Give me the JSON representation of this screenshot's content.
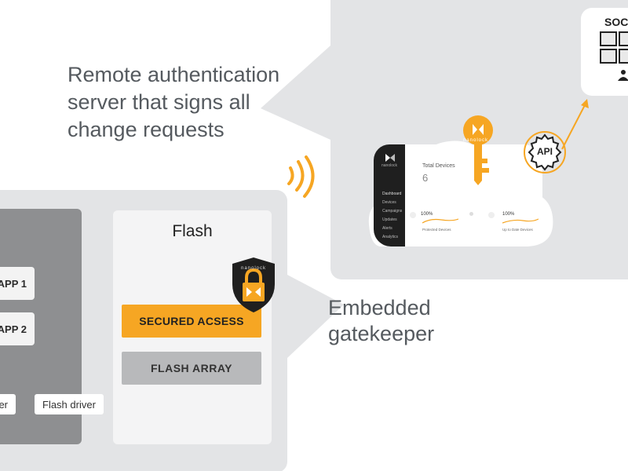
{
  "captions": {
    "remote_line1": "Remote authentication",
    "remote_line2": "server that signs all",
    "remote_line3": "change requests",
    "embedded_line1": "Embedded",
    "embedded_line2": "gatekeeper"
  },
  "device": {
    "apps": [
      "APP 1",
      "APP 2"
    ],
    "driver_left": "er",
    "driver_right": "Flash driver",
    "flash_title": "Flash",
    "secured_access": "SECURED ACSESS",
    "flash_array": "FLASH ARRAY"
  },
  "brand": {
    "name": "nanolock",
    "accent_color": "#f6a623",
    "dark_color": "#1f1f1f"
  },
  "dashboard": {
    "total_label": "Total Devices",
    "total_value": "6",
    "menu": [
      "Dashboard",
      "Devices",
      "Campaigns",
      "Updates",
      "Alerts",
      "Analytics"
    ],
    "stat1_value": "100%",
    "stat1_label": "Protected Devices",
    "stat2_value": "100%",
    "stat2_label": "Up to Date Devices"
  },
  "api": {
    "label": "API"
  },
  "soc": {
    "title": "SOC"
  },
  "icons": [
    "key-icon",
    "padlock-shield-icon",
    "api-gear-icon",
    "wireless-signal-icon",
    "soc-monitor-icon",
    "arrow-icon"
  ]
}
